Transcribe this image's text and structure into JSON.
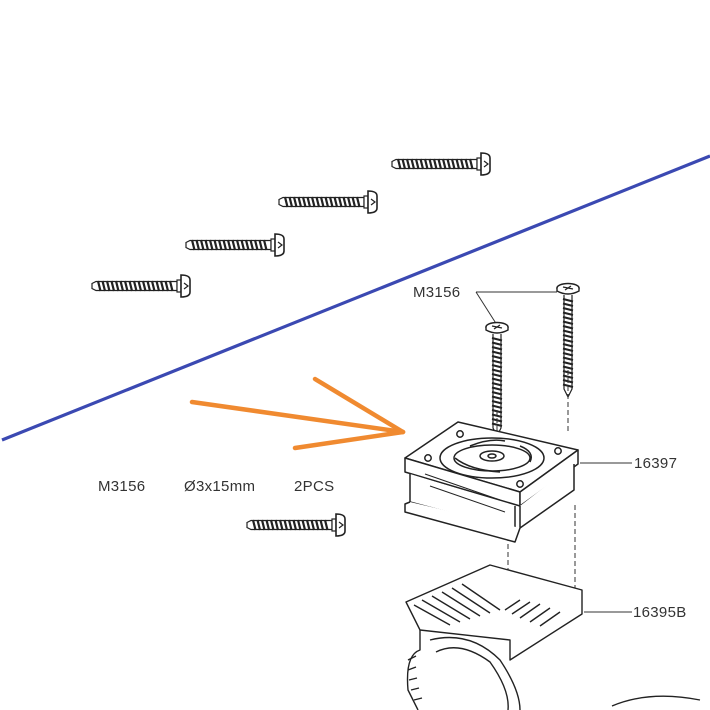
{
  "callouts": {
    "screw_part_top": "M3156",
    "fan_part": "16397",
    "heatsink_part": "16395B"
  },
  "spec": {
    "part": "M3156",
    "size": "Ø3x15mm",
    "quantity": "2PCS"
  },
  "colors": {
    "divider_line": "#3b49b2",
    "arrow": "#f08a30",
    "ink": "#333333"
  }
}
